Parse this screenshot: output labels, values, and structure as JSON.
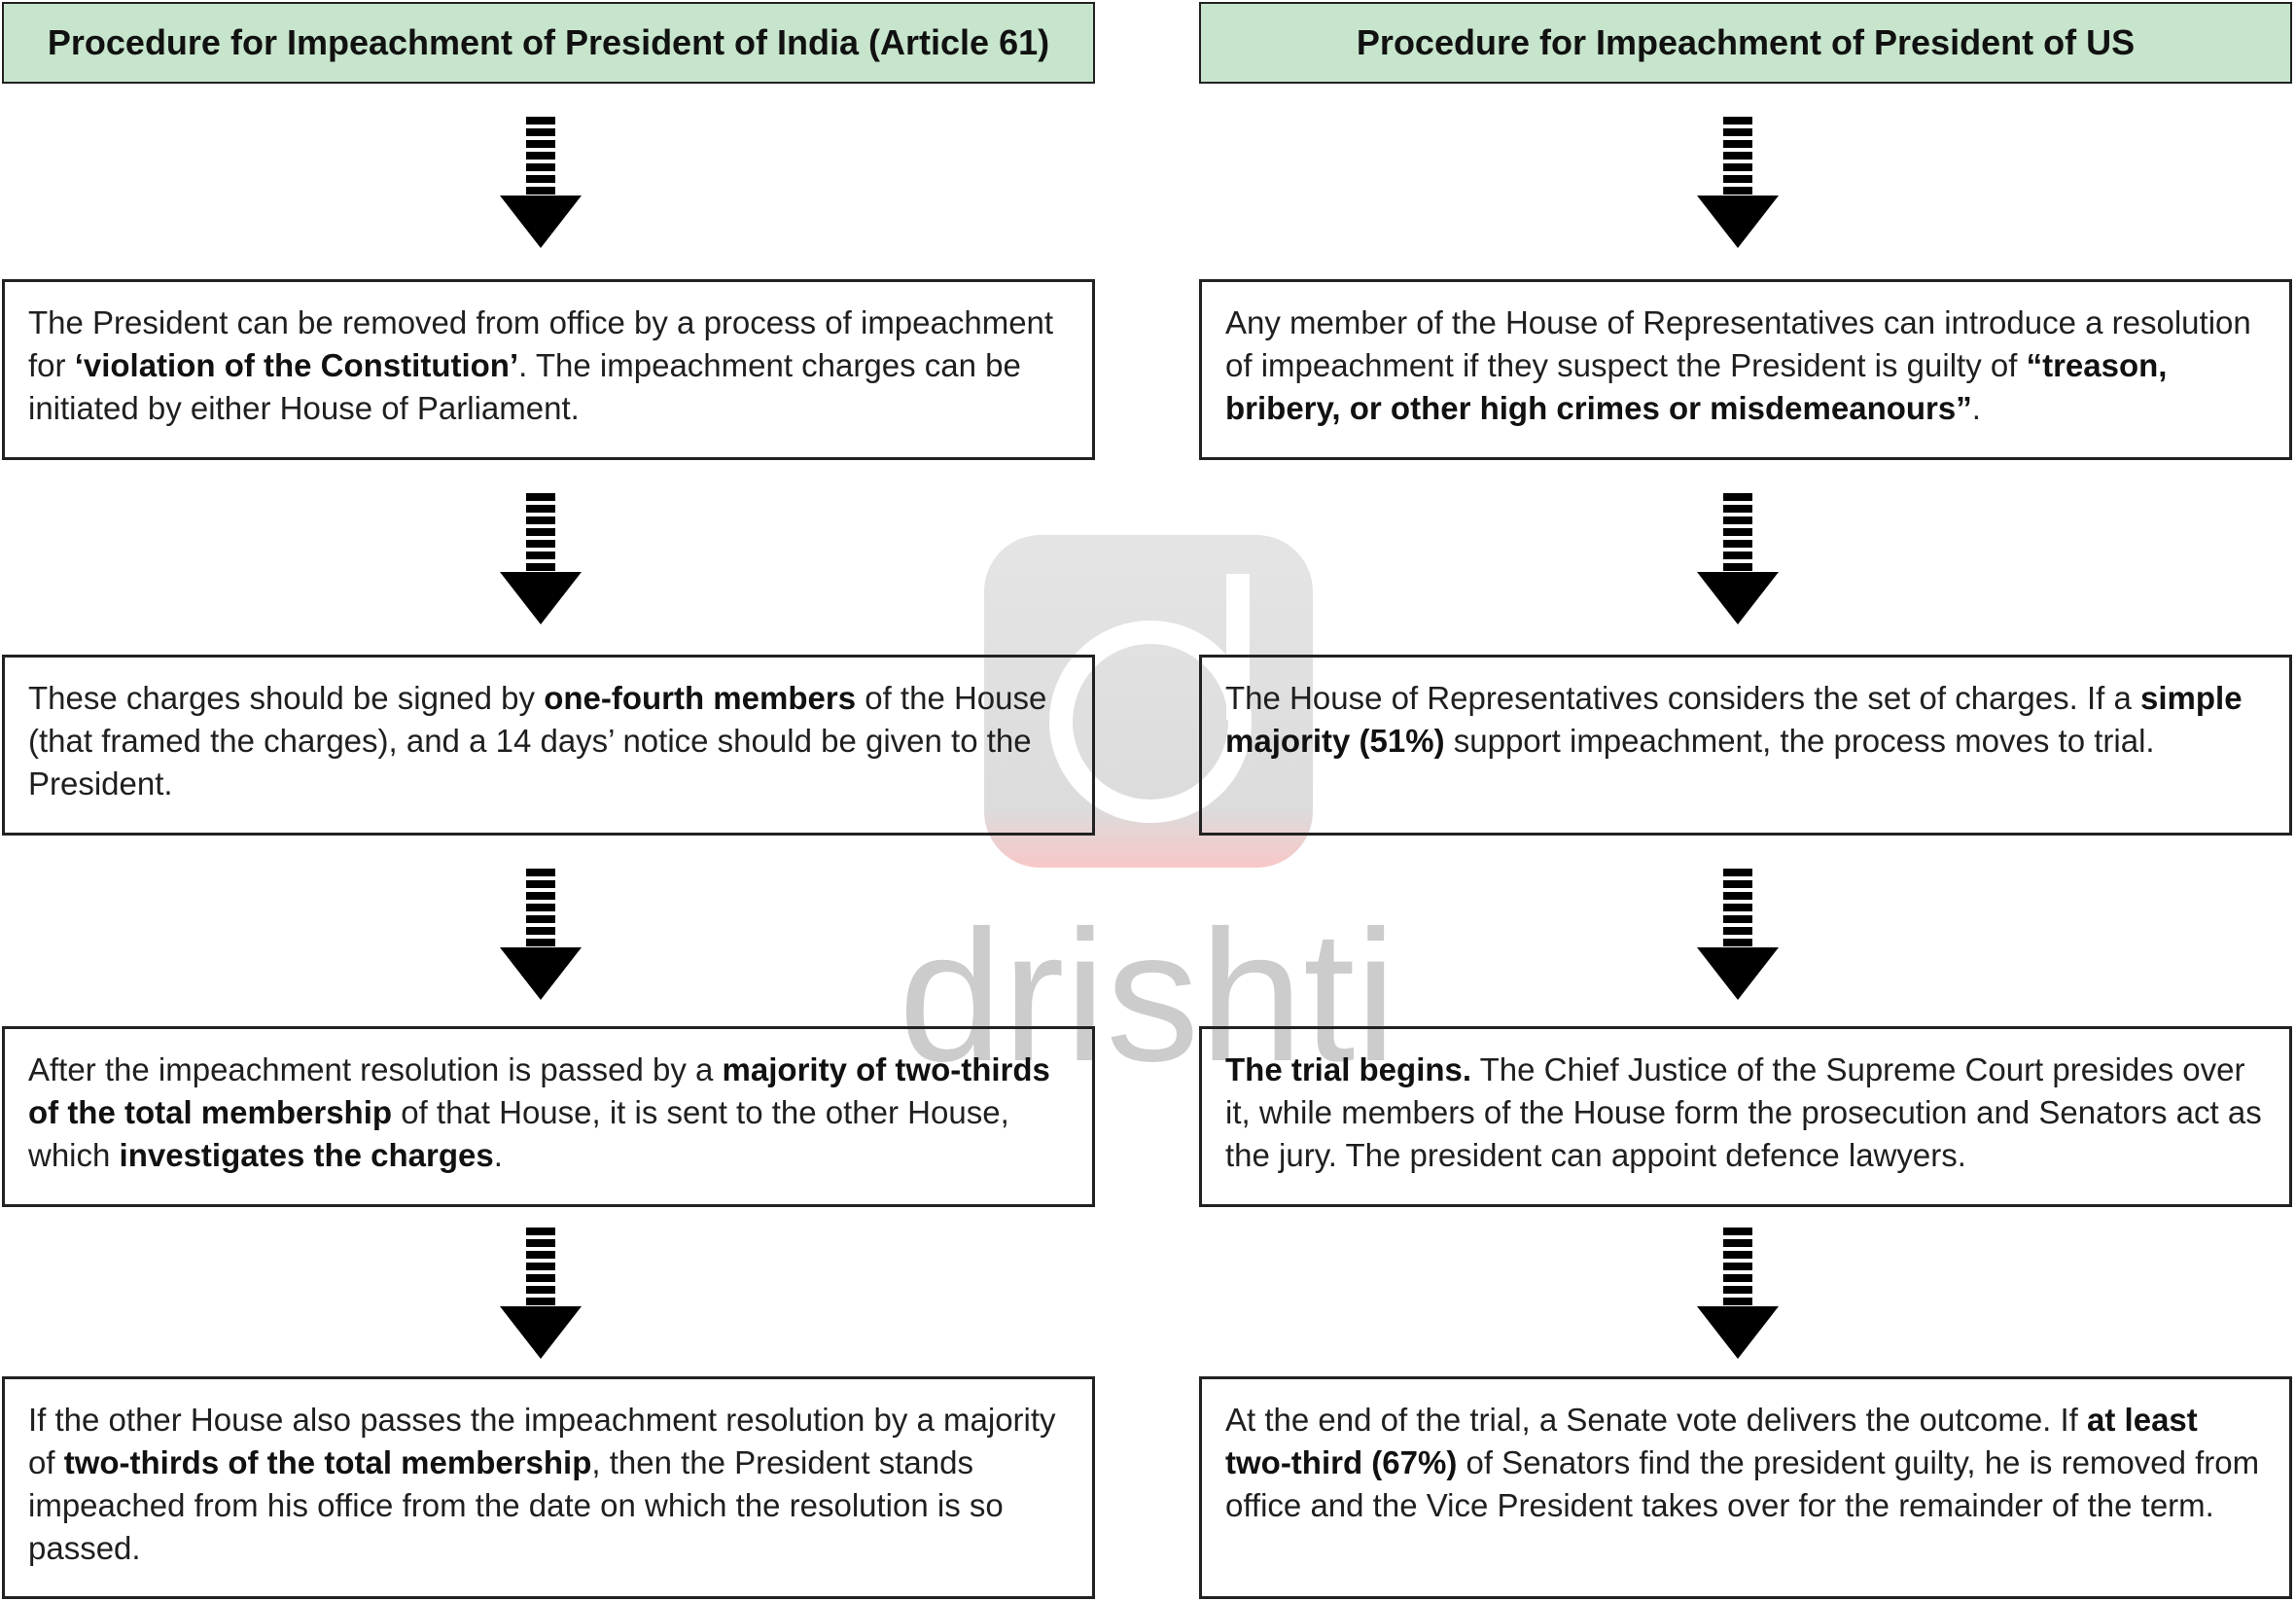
{
  "left": {
    "header": "Procedure for Impeachment of President of India (Article 61)",
    "steps": [
      [
        {
          "t": "The President can be removed from office by a process of impeachment for "
        },
        {
          "t": "‘violation of the Constitution’",
          "b": true
        },
        {
          "t": ". The impeachment charges can be initiated by either House of Parliament."
        }
      ],
      [
        {
          "t": "These charges should be signed by "
        },
        {
          "t": "one-fourth members",
          "b": true
        },
        {
          "t": " of the House (that framed the charges), and a 14 days’ notice should be given to the President."
        }
      ],
      [
        {
          "t": "After the impeachment resolution is passed by a "
        },
        {
          "t": "majority of two-thirds of the total membership",
          "b": true
        },
        {
          "t": " of that House, it is sent to the other House, which "
        },
        {
          "t": "investigates the charges",
          "b": true
        },
        {
          "t": "."
        }
      ],
      [
        {
          "t": "If the other House also passes the impeachment resolution by a majority of "
        },
        {
          "t": "two-thirds of the total membership",
          "b": true
        },
        {
          "t": ", then the President stands impeached from his office from the date on which the resolution is so passed."
        }
      ]
    ]
  },
  "right": {
    "header": "Procedure for Impeachment of President of US",
    "steps": [
      [
        {
          "t": "Any member of the House of Representatives can introduce a resolution of impeachment if they suspect the President is guilty of "
        },
        {
          "t": "“treason, bribery, or other high crimes or misdemeanours”",
          "b": true
        },
        {
          "t": "."
        }
      ],
      [
        {
          "t": "The House of Representatives considers the set of charges. If a "
        },
        {
          "t": "simple majority (51%)",
          "b": true
        },
        {
          "t": " support impeachment, the process moves to trial."
        }
      ],
      [
        {
          "t": "The trial begins.",
          "b": true
        },
        {
          "t": " The Chief Justice of the Supreme Court presides over it, while members of the House form the prosecution and Senators act as the jury. The president can appoint defence lawyers."
        }
      ],
      [
        {
          "t": "At the end of the trial, a Senate vote delivers the outcome. If "
        },
        {
          "t": "at least two-third (67%)",
          "b": true
        },
        {
          "t": " of Senators find the president guilty, he is removed from office and the Vice President takes over for the remainder of the term."
        }
      ]
    ]
  },
  "watermark": {
    "text": "drishti",
    "color": "#b0b0b0",
    "accent": "#f4a6a6"
  },
  "colors": {
    "header_bg": "#c7e5cc",
    "border": "#222222",
    "arrow": "#000000"
  }
}
